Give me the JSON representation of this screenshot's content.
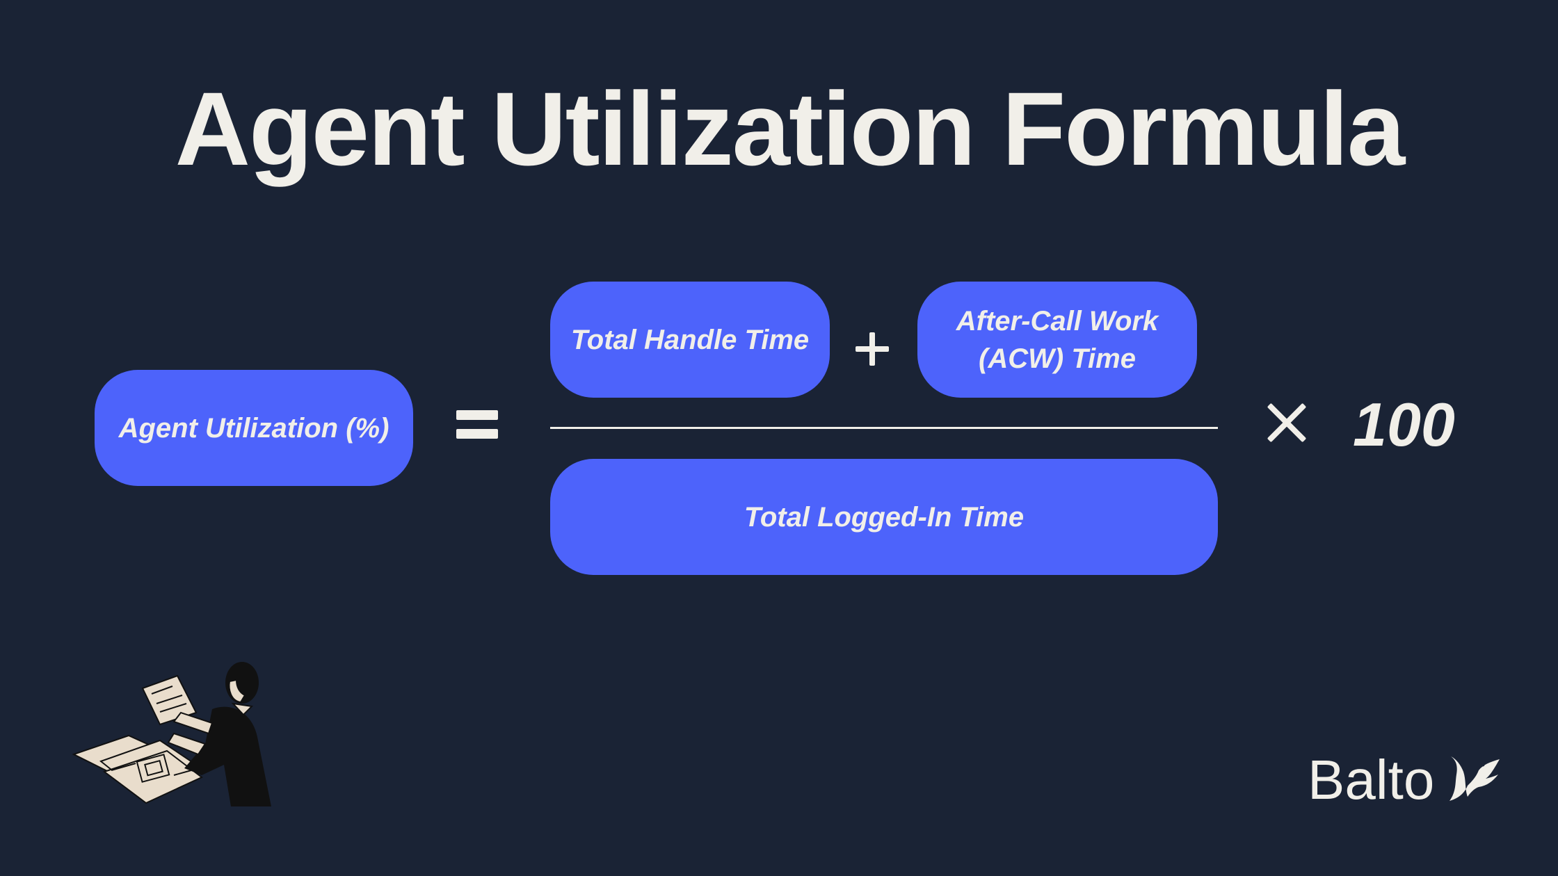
{
  "title": "Agent Utilization Formula",
  "formula": {
    "lhs": "Agent Utilization (%)",
    "numerator": {
      "term1": "Total Handle Time",
      "term2_line1": "After-Call Work",
      "term2_line2": "(ACW) Time"
    },
    "denominator": "Total Logged-In Time",
    "multiplier": "100"
  },
  "icons": {
    "equals": "equals-icon",
    "plus": "plus-icon",
    "times": "multiply-icon",
    "illustration": "person-calculator-illustration",
    "brand": "bird-logo-icon"
  },
  "brand": {
    "name": "Balto"
  },
  "colors": {
    "background": "#1a2335",
    "pill": "#4d63fb",
    "text": "#f1efe9"
  }
}
